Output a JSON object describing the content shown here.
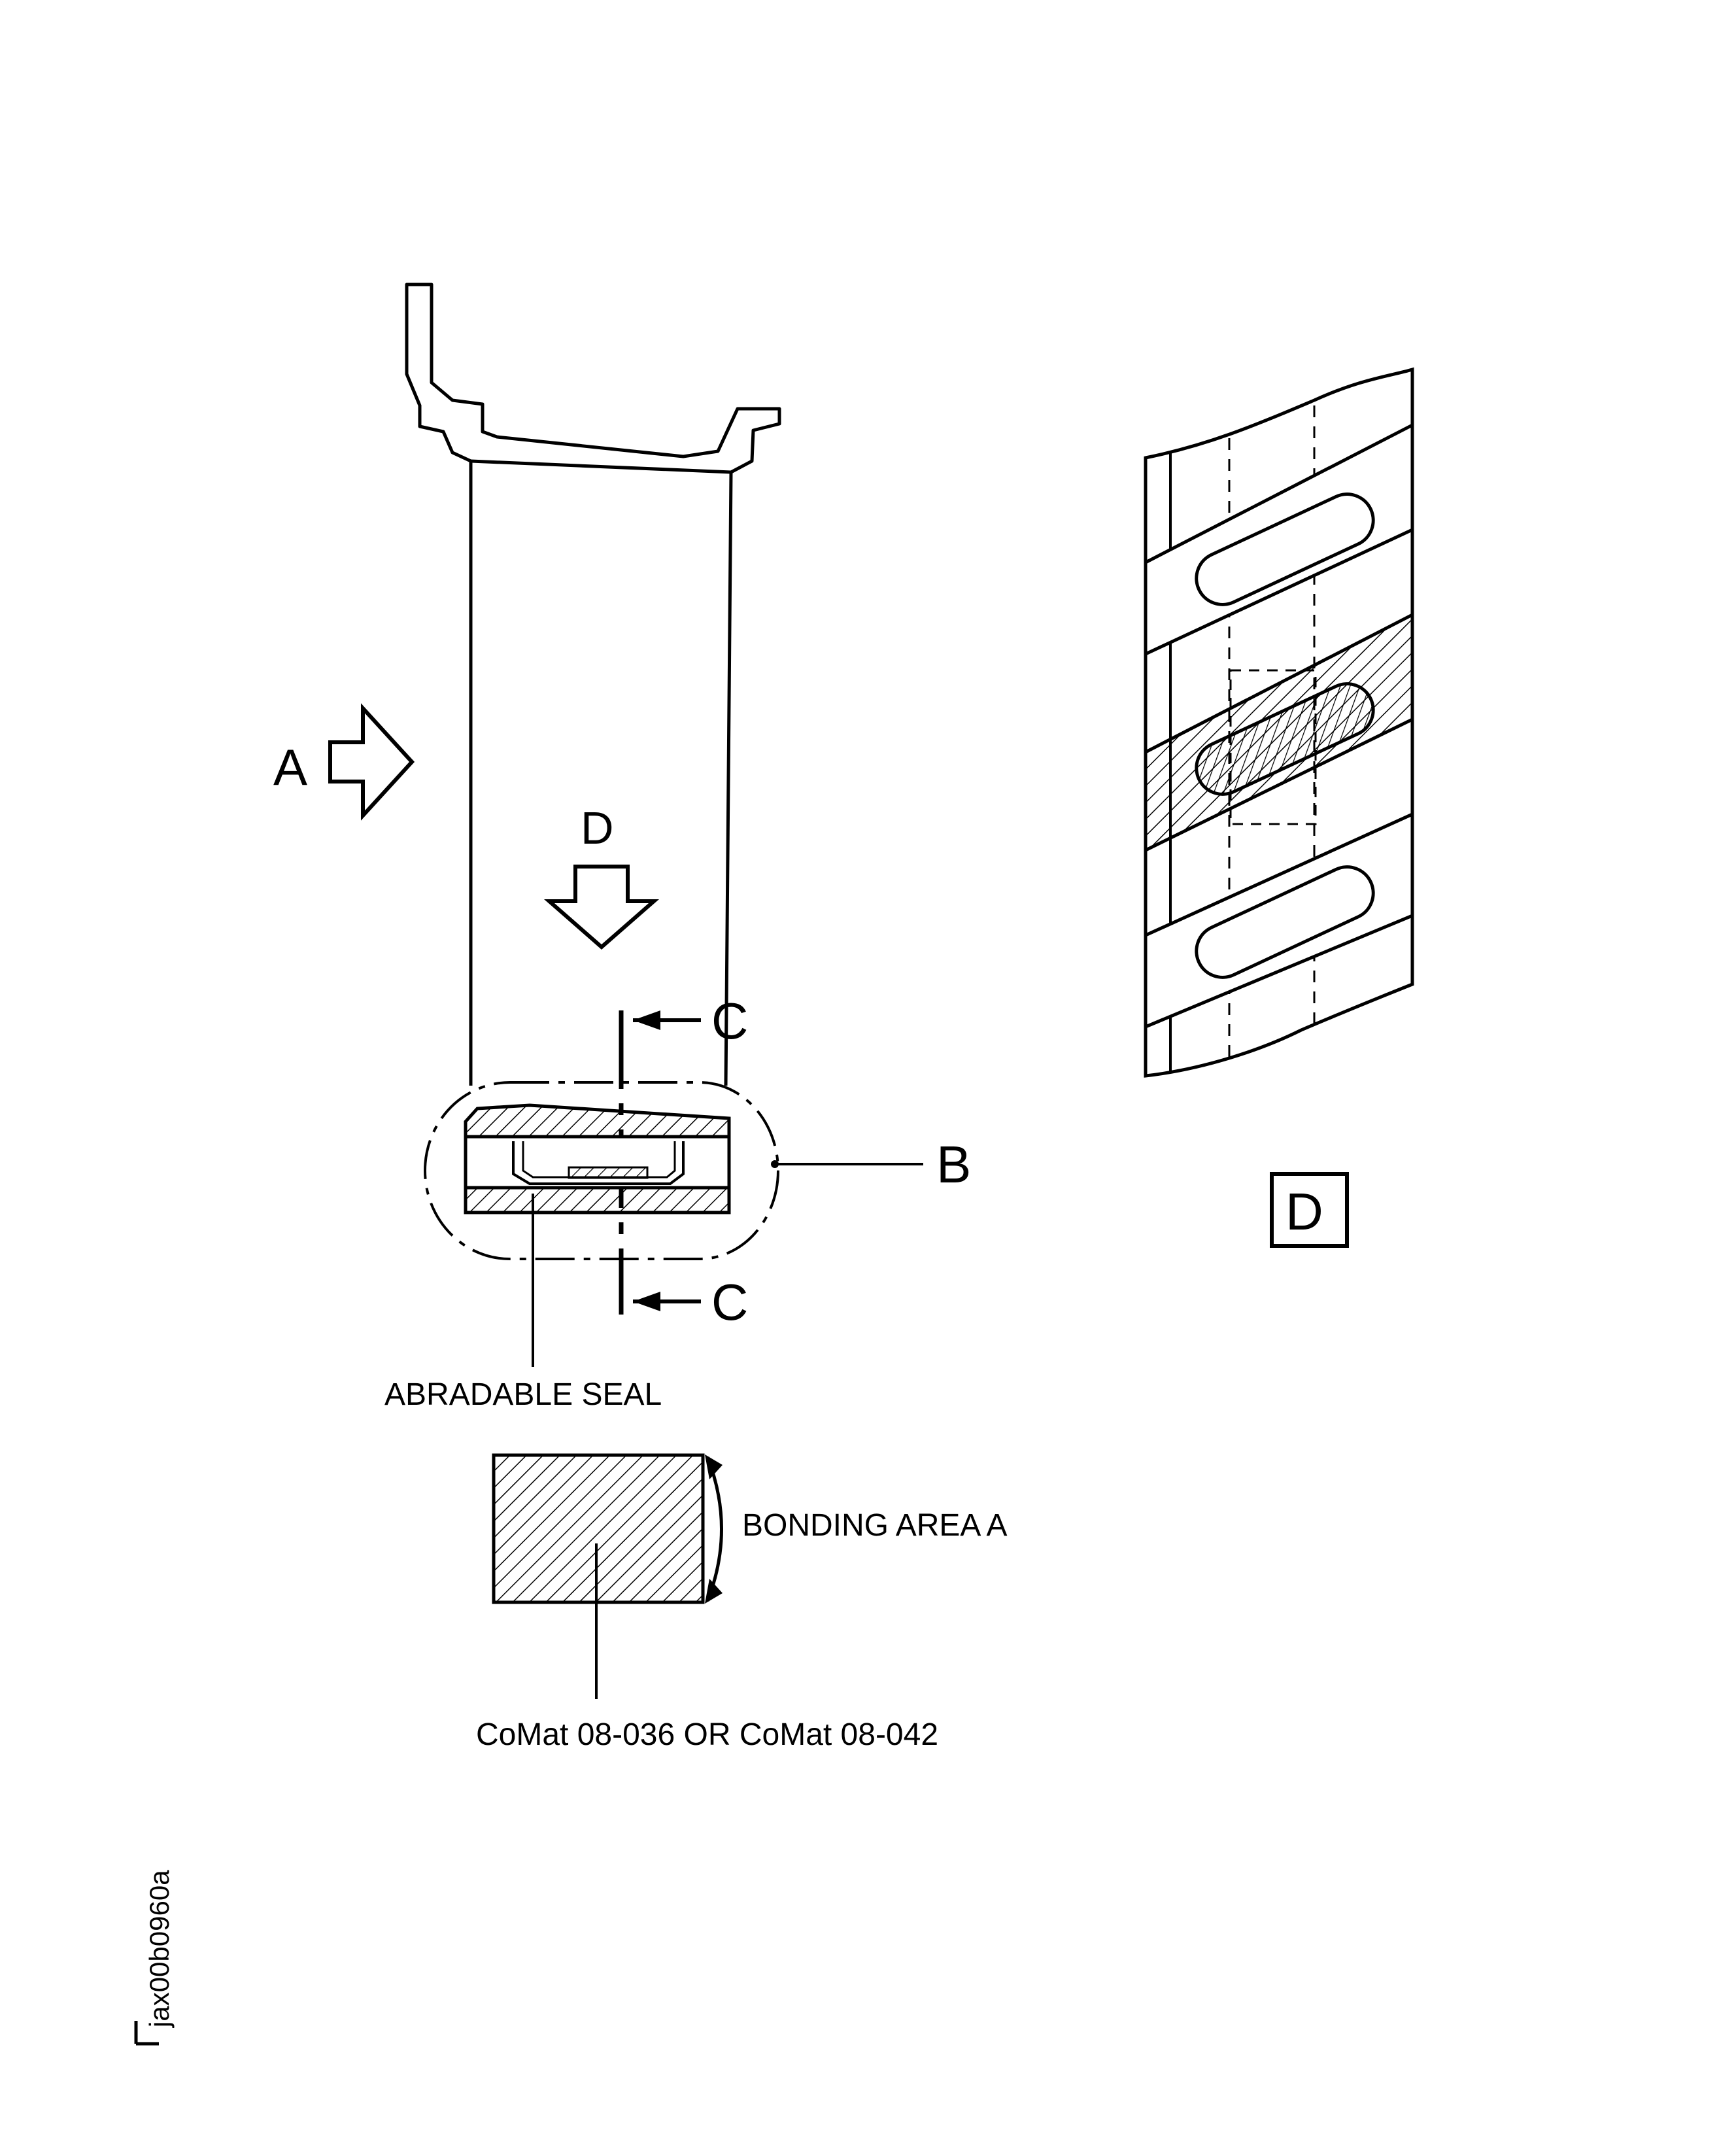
{
  "labels": {
    "view_a": "A",
    "view_d": "D",
    "section_c_top": "C",
    "section_c_bottom": "C",
    "detail_b": "B",
    "abradable_seal": "ABRADABLE  SEAL",
    "bonding_area": "BONDING  AREA  A",
    "material": "CoMat  08-036  OR  CoMat  08-042",
    "view_d_box": "D",
    "figure_id": "jax00b0960a"
  },
  "colors": {
    "line": "#000000",
    "background": "#ffffff"
  }
}
